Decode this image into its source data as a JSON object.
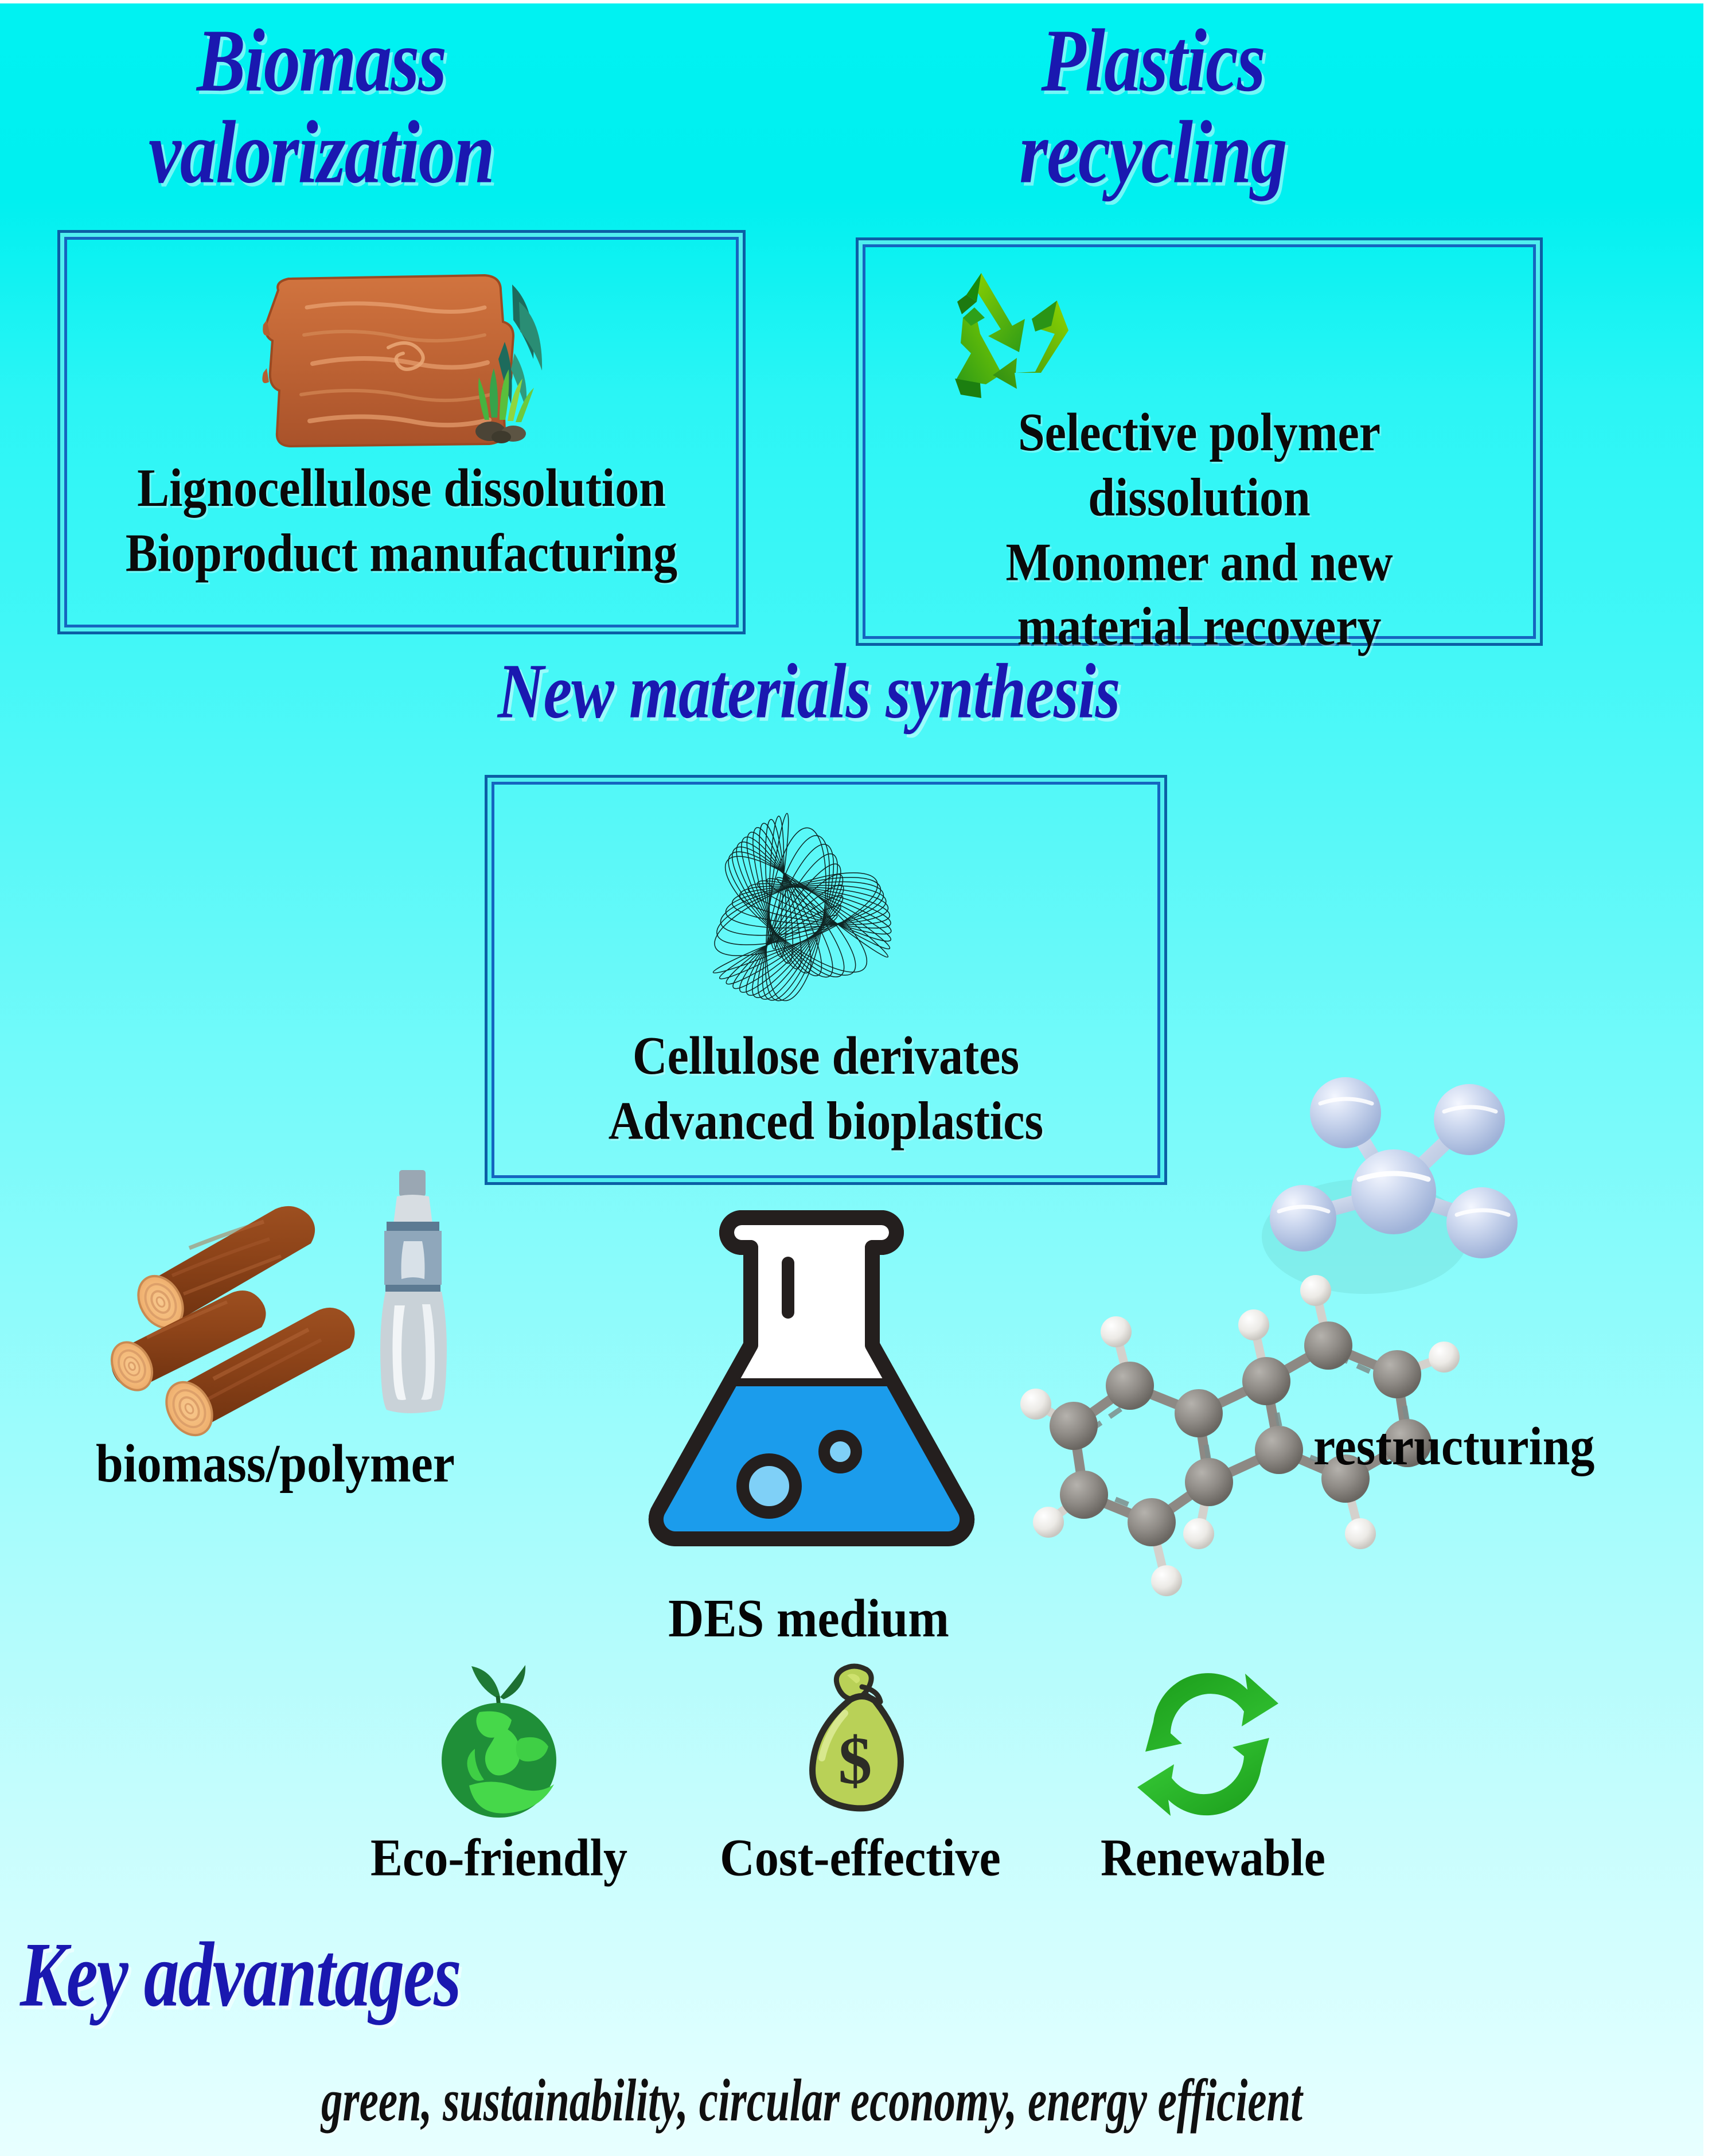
{
  "headers": {
    "biomass": "Biomass\nvalorization",
    "plastics": "Plastics\nrecycling",
    "new_materials": "New materials synthesis",
    "key_advantages": "Key advantages"
  },
  "boxes": {
    "biomass": {
      "icon": "wood-log-icon",
      "lines": "Lignocellulose dissolution\nBioproduct manufacturing"
    },
    "plastics": {
      "icon": "recycle-arrows-icon",
      "lines": "Selective polymer\ndissolution\nMonomer and new\nmaterial recovery"
    },
    "new_materials": {
      "icon": "spirograph-polymer-icon",
      "lines": "Cellulose derivates\nAdvanced bioplastics"
    }
  },
  "process": {
    "input_label": "biomass/polymer",
    "input_icons": [
      "log-stack-icon",
      "plastic-bottle-icon"
    ],
    "medium_label": "DES medium",
    "medium_icon": "erlenmeyer-flask-icon",
    "output_label": "restructuring",
    "output_icons": [
      "methane-molecule-icon",
      "anthracene-molecule-icon"
    ]
  },
  "advantages": [
    {
      "icon": "green-earth-leaf-icon",
      "label": "Eco-friendly"
    },
    {
      "icon": "money-bag-icon",
      "label": "Cost-effective"
    },
    {
      "icon": "renewable-arrows-icon",
      "label": "Renewable"
    }
  ],
  "tagline": "green, sustainability, circular economy, energy efficient",
  "colors": {
    "background_top": "#00f2f2",
    "background_bottom": "#e8ffff",
    "header_blue": "#1a18b0",
    "box_border_blue": "#1565c0",
    "flask_liquid": "#1b9cec",
    "recycle_green": "#4caf1e",
    "wood_brown": "#a85a2a",
    "carbon_gray": "#8a8a8a",
    "hydrogen_white": "#f0f0f0",
    "molecule_blue": "#b9c7e8",
    "money_bag_green": "#b4d04f"
  }
}
